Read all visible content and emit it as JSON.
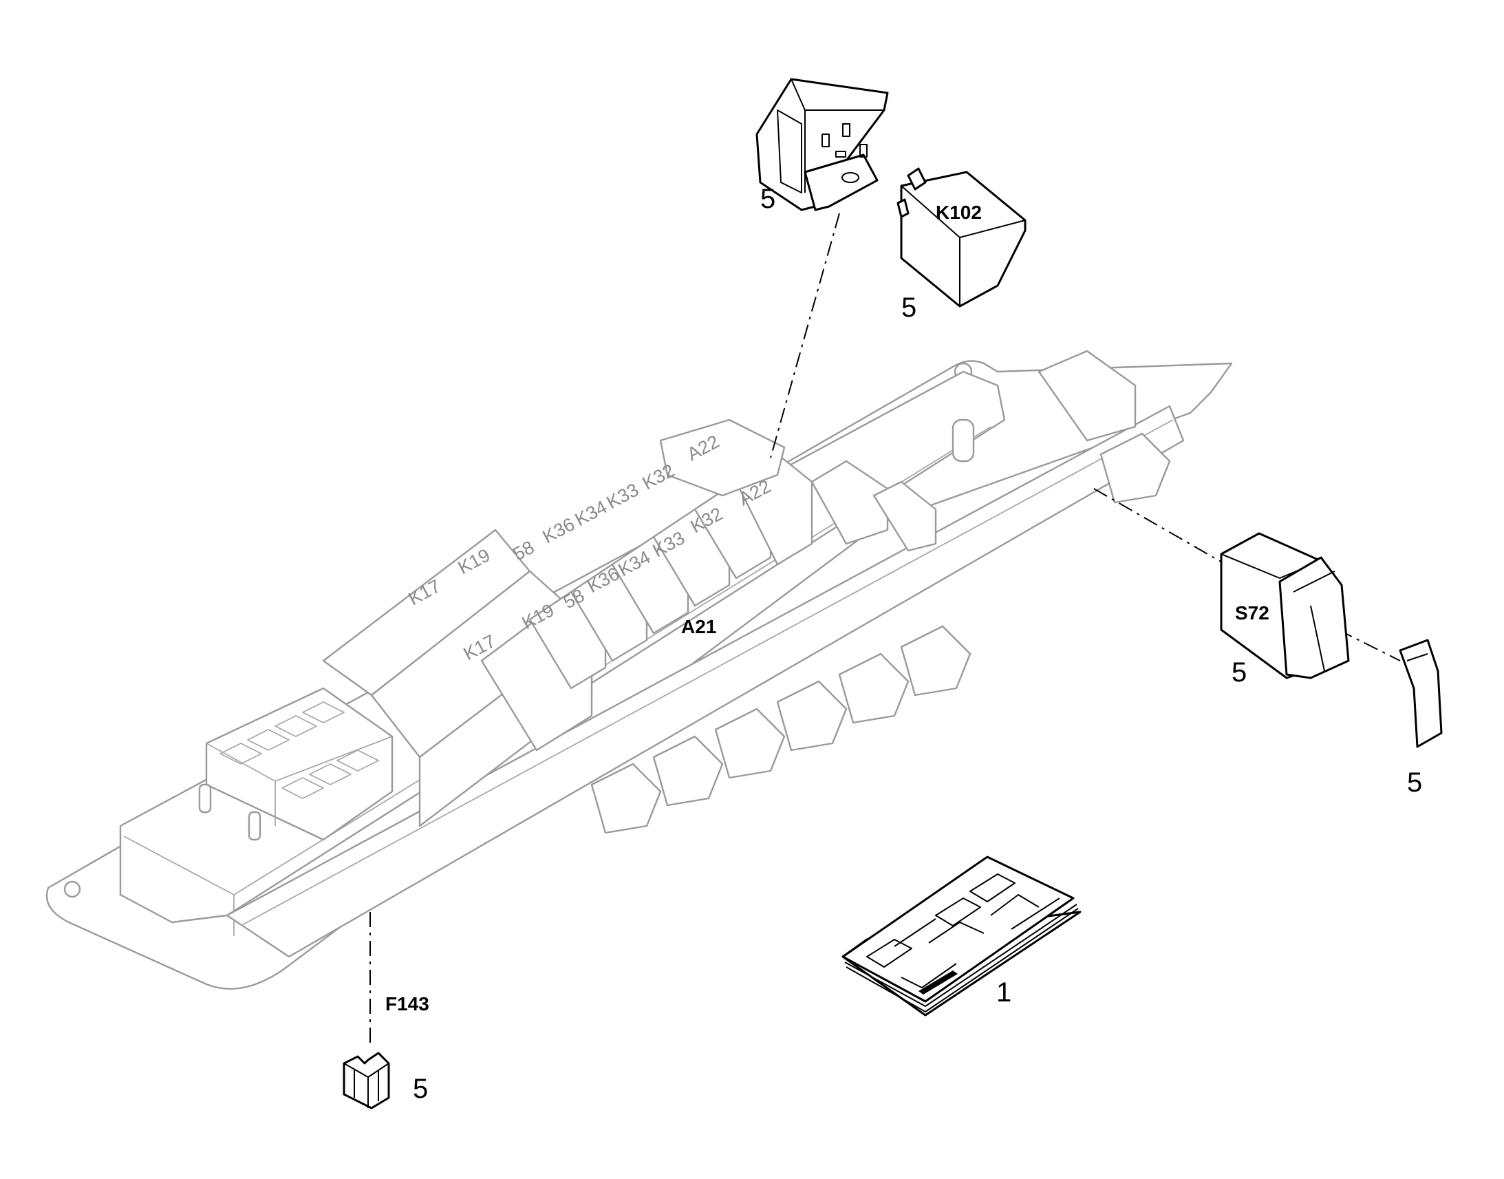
{
  "labels": {
    "k102": "K102",
    "a21": "A21",
    "s72": "S72",
    "f143": "F143"
  },
  "item_numbers": {
    "relay_top": "5",
    "relay_k102": "5",
    "switch_s72": "5",
    "switch_cap": "5",
    "fuse_f143": "5",
    "manual": "1"
  },
  "relay_slot_labels": {
    "upper": [
      "K17",
      "K19",
      "58",
      "K36",
      "K34",
      "K33",
      "K32",
      "A22"
    ],
    "lower": [
      "K17",
      "K19",
      "58",
      "K36",
      "K34",
      "K33",
      "K32",
      "A22"
    ]
  },
  "colors": {
    "line": "#000000",
    "assembly_line": "#9a9a9a"
  }
}
